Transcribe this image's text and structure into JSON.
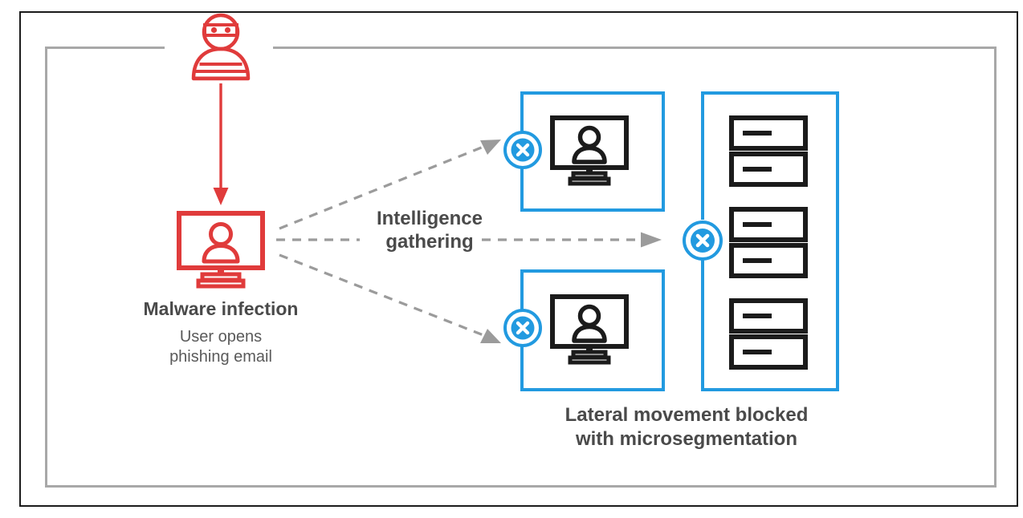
{
  "diagram": {
    "title_hidden": "",
    "colors": {
      "attacker_red": "#e03b3b",
      "segment_blue": "#229ae0",
      "device_black": "#1b1b1b",
      "arrow_gray": "#9b9b9b",
      "frame_gray": "#a8a8a8",
      "frame_black": "#1b1b1b",
      "text_gray": "#4a4a4a",
      "badge_white": "#ffffff"
    },
    "nodes": {
      "attacker": {
        "icon": "hacker-icon",
        "label": ""
      },
      "infected_host": {
        "icon": "monitor-user-icon",
        "title": "Malware infection",
        "subtitle_line1": "User opens",
        "subtitle_line2": "phishing email"
      },
      "target_host_top": {
        "icon": "monitor-user-icon",
        "badge": "blocked-x-badge",
        "label": ""
      },
      "target_host_bottom": {
        "icon": "monitor-user-icon",
        "badge": "blocked-x-badge",
        "label": ""
      },
      "server_rack": {
        "icon": "server-rack-icon",
        "badge": "blocked-x-badge",
        "unit_count": 6,
        "groups": 3,
        "label": ""
      }
    },
    "edges": {
      "infection": {
        "style": "solid",
        "color": "#e03b3b",
        "from": "attacker",
        "to": "infected_host",
        "label": ""
      },
      "recon_top": {
        "style": "dashed",
        "color": "#9b9b9b",
        "from": "infected_host",
        "to": "target_host_top",
        "label": ""
      },
      "recon_middle": {
        "style": "dashed",
        "color": "#9b9b9b",
        "from": "infected_host",
        "to": "server_rack",
        "label": "Intelligence\ngathering"
      },
      "recon_bottom": {
        "style": "dashed",
        "color": "#9b9b9b",
        "from": "infected_host",
        "to": "target_host_bottom",
        "label": ""
      }
    },
    "labels": {
      "intelligence_line1": "Intelligence",
      "intelligence_line2": "gathering",
      "blocked_line1": "Lateral movement blocked",
      "blocked_line2": "with microsegmentation"
    }
  }
}
